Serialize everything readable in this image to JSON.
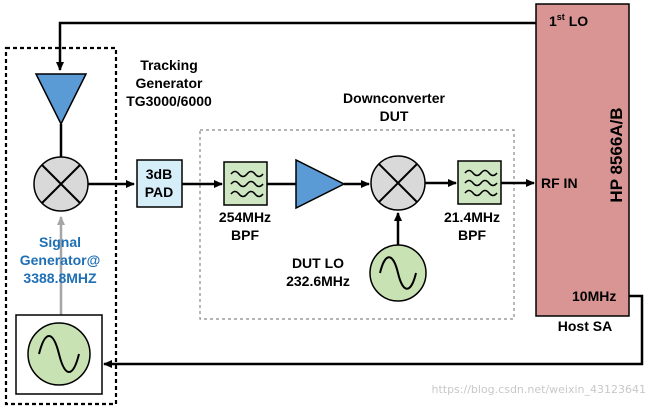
{
  "tracking_generator": {
    "title_line1": "Tracking",
    "title_line2": "Generator",
    "title_line3": "TG3000/6000"
  },
  "signal_generator": {
    "line1": "Signal",
    "line2": "Generator@",
    "line3": "3388.8MHZ"
  },
  "pad": {
    "line1": "3dB",
    "line2": "PAD"
  },
  "bpf_254": {
    "line1": "254MHz",
    "line2": "BPF"
  },
  "dut": {
    "line1": "Downconverter",
    "line2": "DUT"
  },
  "dut_lo": {
    "line1": "DUT LO",
    "line2": "232.6MHz"
  },
  "bpf_21": {
    "line1": "21.4MHz",
    "line2": "BPF"
  },
  "host_sa": {
    "model": "HP  8566A/B",
    "lo_label_main": "1",
    "lo_label_sup": "st",
    "lo_label_tail": " LO",
    "rf_in": "RF IN",
    "ref_10mhz": "10MHz",
    "caption": "Host SA"
  },
  "watermark": "https://blog.csdn.net/weixin_43123641",
  "colors": {
    "host_sa_fill": "#d99594",
    "pad_fill": "#d6eef8",
    "filter_fill": "#cfe6c2",
    "amp_fill": "#5b9bd5",
    "mixer_fill": "#d9d9d9",
    "osc_fill": "#c9e2b3",
    "sig_gen_text": "#1f6fb5"
  },
  "icons": [
    "mixer-icon",
    "amplifier-icon",
    "filter-icon",
    "sine-wave-icon"
  ]
}
